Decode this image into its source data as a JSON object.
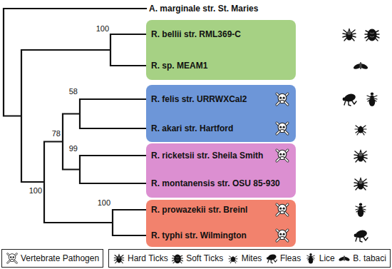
{
  "diagram": {
    "nodes": [
      {
        "text": [
          "R. bellii str. RML369-C",
          "R. sp. MEAM1"
        ]
      },
      {
        "text": [
          "R. felis str. URRWXCal2",
          "R. akari str. Hartford"
        ]
      },
      {
        "text": [
          "R. ricketsii str. Sheila Smith",
          "R. montanensis str. OSU 85-930"
        ]
      },
      {
        "text": [
          "R. prowazekii str. Breinl",
          "R. typhi str. Wilmington"
        ]
      }
    ],
    "labels": [
      "A. marginale str. St. Maries",
      "100",
      "58",
      "78",
      "99",
      "100",
      "100"
    ],
    "legend": [
      {
        "text": "Vertebrate Pathogen"
      },
      {
        "text": "Hard Ticks"
      },
      {
        "text": "Soft Ticks"
      },
      {
        "text": "Mites"
      },
      {
        "text": "Fleas"
      },
      {
        "text": "Lice"
      },
      {
        "text": "B. tabaci"
      }
    ]
  }
}
